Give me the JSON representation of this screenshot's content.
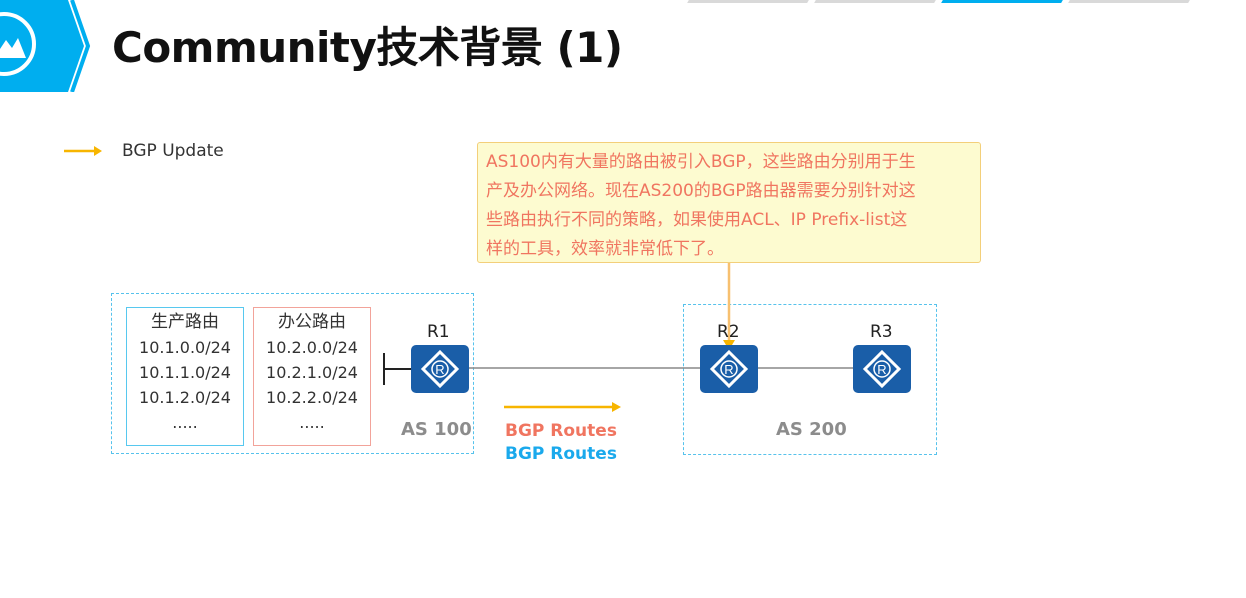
{
  "progress": {
    "tabs": [
      {
        "state": "inactive"
      },
      {
        "state": "inactive"
      },
      {
        "state": "active"
      },
      {
        "state": "inactive"
      }
    ],
    "active_index": 2
  },
  "header": {
    "logo_icon": "mountain-image-icon",
    "title": "Community技术背景 (1)"
  },
  "legend": {
    "arrow_color": "#f7b500",
    "label": "BGP Update"
  },
  "callout": {
    "lines": [
      "AS100内有大量的路由被引入BGP，这些路由分别用于生",
      "产及办公网络。现在AS200的BGP路由器需要分别针对这",
      "些路由执行不同的策略，如果使用ACL、IP Prefix-list这",
      "样的工具，效率就非常低下了。"
    ],
    "text_color": "#f07560",
    "background": "#fdfbd0"
  },
  "as100": {
    "label": "AS 100",
    "production_routes": {
      "header": "生产路由",
      "items": [
        "10.1.0.0/24",
        "10.1.1.0/24",
        "10.1.2.0/24",
        "....."
      ],
      "border_color": "#57c8ef"
    },
    "office_routes": {
      "header": "办公路由",
      "items": [
        "10.2.0.0/24",
        "10.2.1.0/24",
        "10.2.2.0/24",
        "....."
      ],
      "border_color": "#f2a39a"
    },
    "router": {
      "label": "R1",
      "icon": "router-icon"
    }
  },
  "as200": {
    "label": "AS 200",
    "routers": [
      {
        "label": "R2",
        "icon": "router-icon"
      },
      {
        "label": "R3",
        "icon": "router-icon"
      }
    ]
  },
  "bgp_routes": {
    "arrow_color": "#f7b500",
    "labels": [
      {
        "text": "BGP Routes",
        "color": "#f07560"
      },
      {
        "text": "BGP Routes",
        "color": "#1aa9ec"
      }
    ]
  },
  "colors": {
    "accent": "#00aeef",
    "router_fill": "#1a5ea8",
    "as_border": "#56c2ec"
  }
}
